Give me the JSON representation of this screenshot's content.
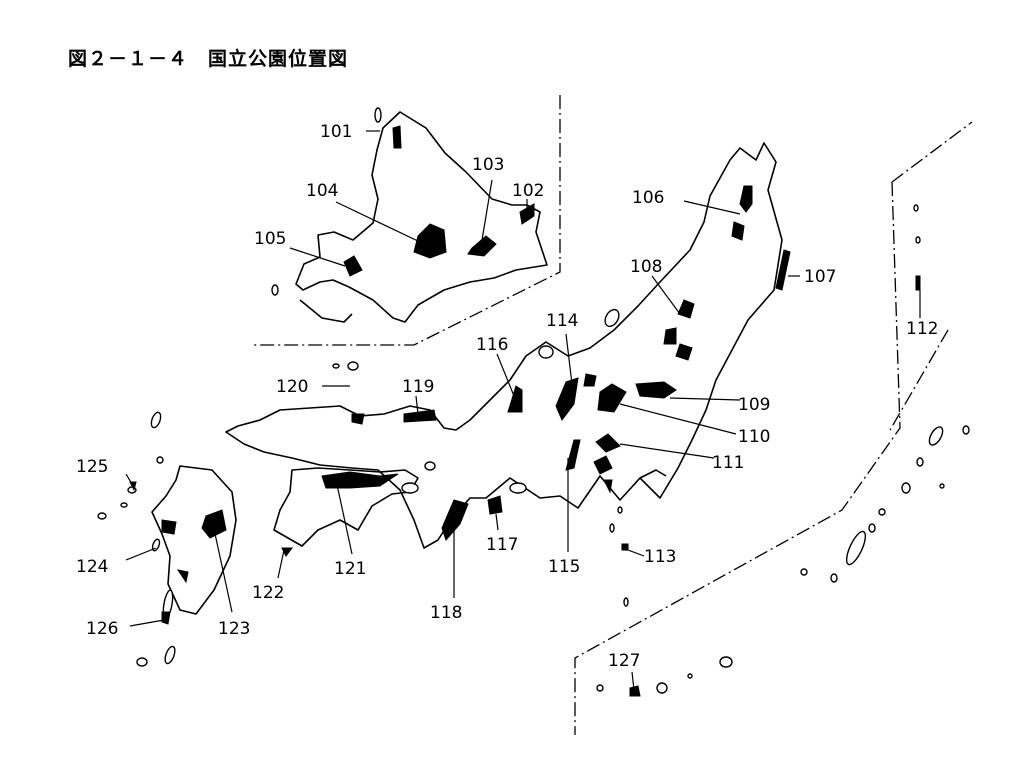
{
  "title": "図２－１－４　国立公園位置図",
  "parks": [
    {
      "id": "101"
    },
    {
      "id": "102"
    },
    {
      "id": "103"
    },
    {
      "id": "104"
    },
    {
      "id": "105"
    },
    {
      "id": "106"
    },
    {
      "id": "107"
    },
    {
      "id": "108"
    },
    {
      "id": "109"
    },
    {
      "id": "110"
    },
    {
      "id": "111"
    },
    {
      "id": "112"
    },
    {
      "id": "113"
    },
    {
      "id": "114"
    },
    {
      "id": "115"
    },
    {
      "id": "116"
    },
    {
      "id": "117"
    },
    {
      "id": "118"
    },
    {
      "id": "119"
    },
    {
      "id": "120"
    },
    {
      "id": "121"
    },
    {
      "id": "122"
    },
    {
      "id": "123"
    },
    {
      "id": "124"
    },
    {
      "id": "125"
    },
    {
      "id": "126"
    },
    {
      "id": "127"
    }
  ]
}
